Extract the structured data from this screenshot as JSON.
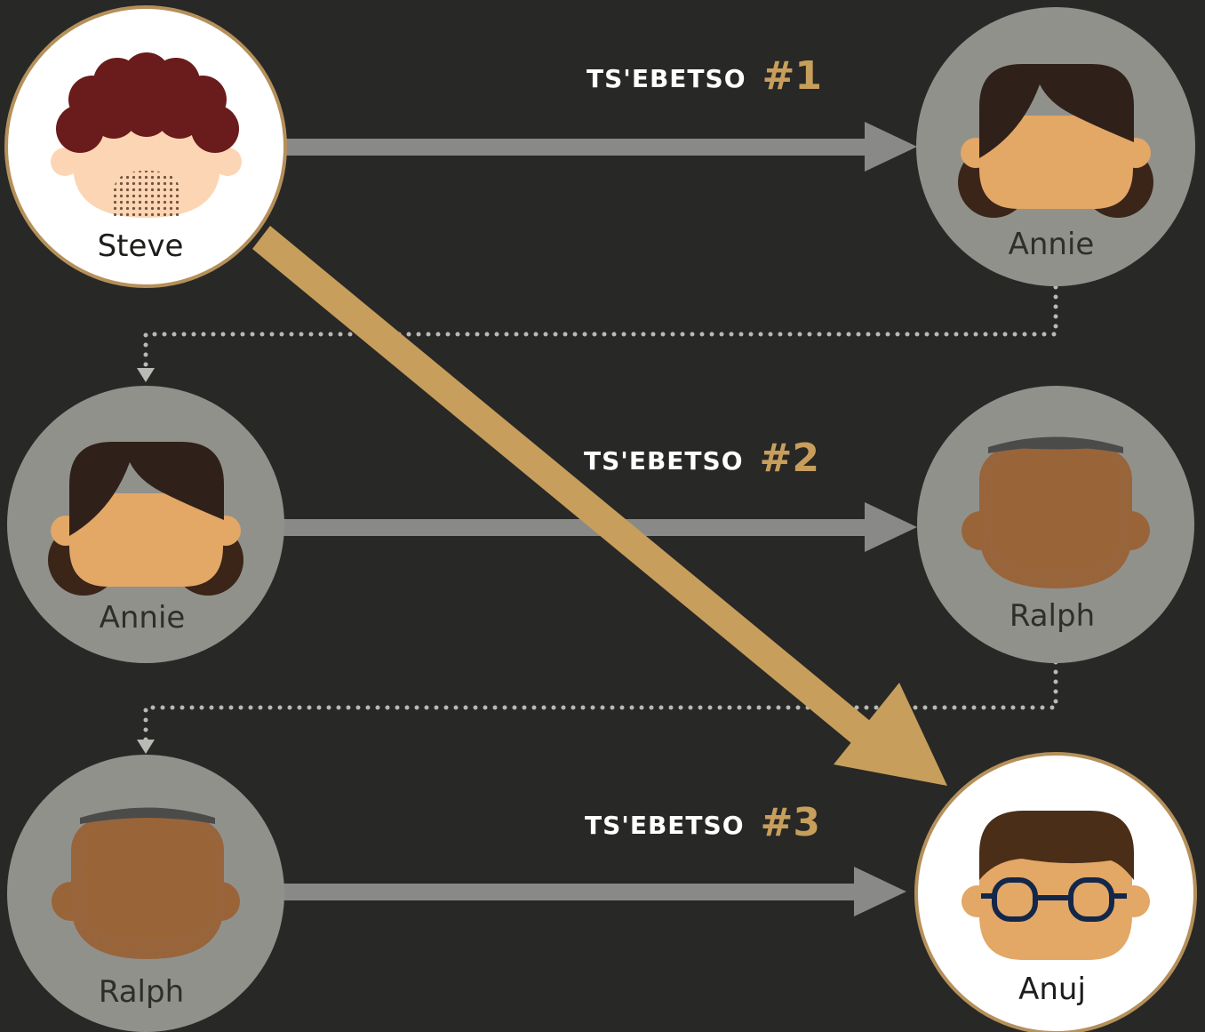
{
  "steps": [
    {
      "word": "TS'EBETSO",
      "number": "#1"
    },
    {
      "word": "TS'EBETSO",
      "number": "#2"
    },
    {
      "word": "TS'EBETSO",
      "number": "#3"
    }
  ],
  "people": {
    "steve": "Steve",
    "annie_top": "Annie",
    "annie_left": "Annie",
    "ralph_right": "Ralph",
    "ralph_left": "Ralph",
    "anuj": "Anuj"
  },
  "colors": {
    "background": "#282826",
    "node_gray": "#91918c",
    "highlight_fill": "#ffffff",
    "highlight_ring": "#b5905a",
    "arrow_gray": "#898987",
    "arrow_gold": "#c79e5c",
    "dotted": "#b9b9b5"
  }
}
